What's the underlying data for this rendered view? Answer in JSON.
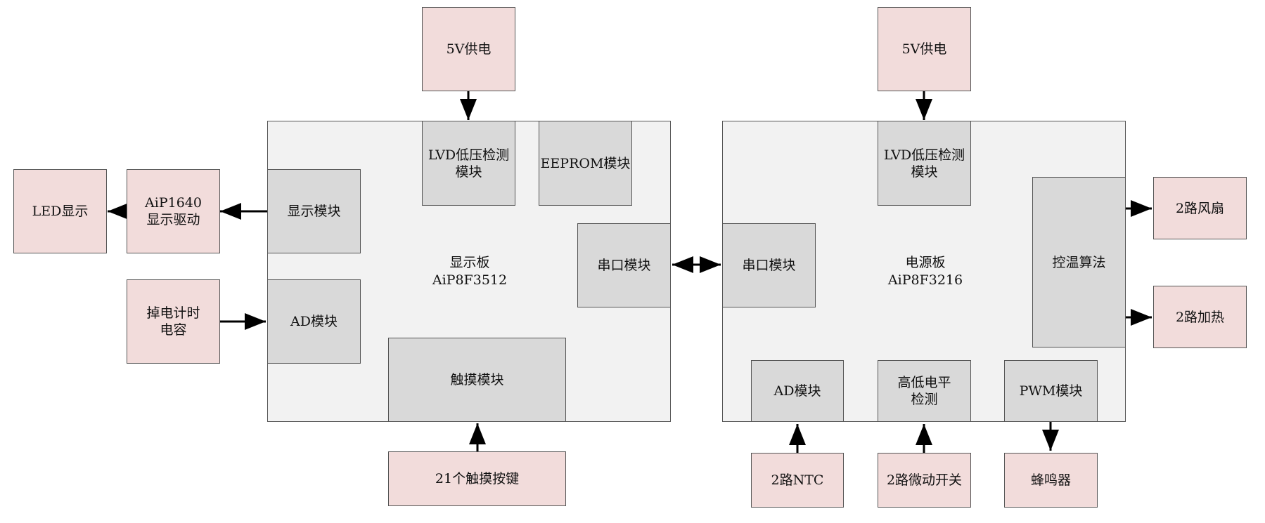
{
  "display_board": {
    "label_line1": "显示板",
    "label_line2": "AiP8F3512",
    "modules": {
      "lvd": "LVD低压检测\n模块",
      "eeprom": "EEPROM模块",
      "uart": "串口模块",
      "display": "显示模块",
      "ad": "AD模块",
      "touch": "触摸模块"
    }
  },
  "power_board": {
    "label_line1": "电源板",
    "label_line2": "AiP8F3216",
    "modules": {
      "lvd": "LVD低压检测\n模块",
      "uart": "串口模块",
      "temp_ctrl": "控温算法",
      "ad": "AD模块",
      "level_detect": "高低电平\n检测",
      "pwm": "PWM模块"
    }
  },
  "external": {
    "power_left": "5V供电",
    "power_right": "5V供电",
    "led_display": "LED显示",
    "aip1640": "AiP1640\n显示驱动",
    "power_fail_cap": "掉电计时\n电容",
    "touch_keys": "21个触摸按键",
    "ntc": "2路NTC",
    "microswitch": "2路微动开关",
    "buzzer": "蜂鸣器",
    "fan": "2路风扇",
    "heater": "2路加热"
  },
  "colors": {
    "board_fill": "#f2f2f2",
    "module_fill": "#d9d9d9",
    "external_fill": "#f2dcdb",
    "stroke": "#555555",
    "arrow": "#000000"
  }
}
